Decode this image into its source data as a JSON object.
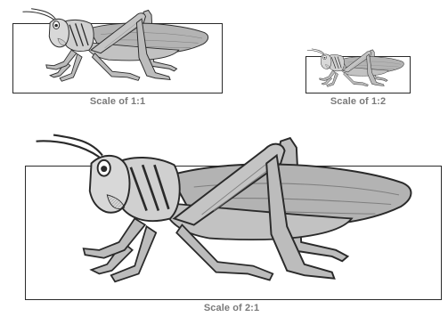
{
  "figures": [
    {
      "id": "scale-1-1",
      "caption": "Scale of 1:1"
    },
    {
      "id": "scale-1-2",
      "caption": "Scale of 1:2"
    },
    {
      "id": "scale-2-1",
      "caption": "Scale of 2:1"
    }
  ],
  "colors": {
    "outline": "#2a2a2a",
    "body_fill": "#c9c9c9",
    "wing_fill": "#b3b3b3",
    "highlight": "#e4e4e4",
    "caption": "#7a7a7a"
  },
  "icons": [
    "grasshopper-illustration"
  ]
}
